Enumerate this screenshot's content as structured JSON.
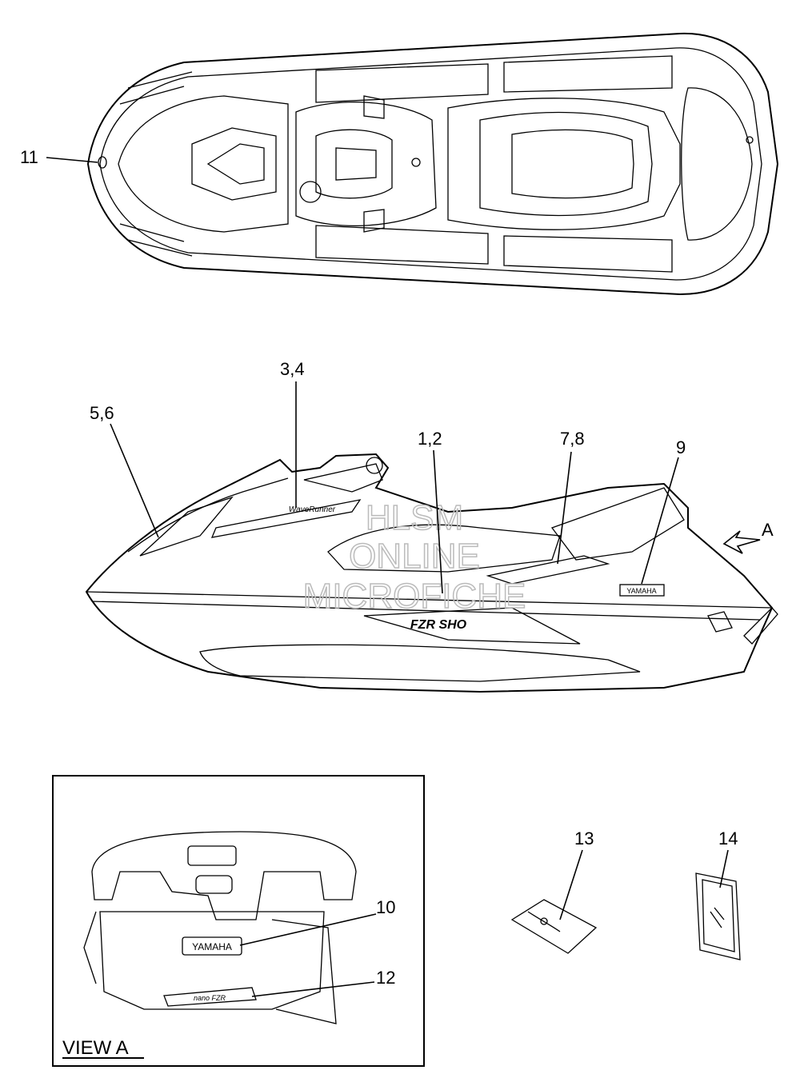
{
  "callouts": [
    {
      "id": "11",
      "label": "11"
    },
    {
      "id": "3-4",
      "label": "3,4"
    },
    {
      "id": "5-6",
      "label": "5,6"
    },
    {
      "id": "1-2",
      "label": "1,2"
    },
    {
      "id": "7-8",
      "label": "7,8"
    },
    {
      "id": "9",
      "label": "9"
    },
    {
      "id": "A",
      "label": "A"
    },
    {
      "id": "10",
      "label": "10"
    },
    {
      "id": "12",
      "label": "12"
    },
    {
      "id": "13",
      "label": "13"
    },
    {
      "id": "14",
      "label": "14"
    }
  ],
  "view_label": "VIEW A",
  "decals": {
    "yamaha": "YAMAHA",
    "hull_badge": "FZR SHO",
    "waverunner": "WaveRunner",
    "stern_text": "nano FZR"
  },
  "watermark": [
    "HLSM",
    "ONLINE",
    "MICROFICHE"
  ]
}
